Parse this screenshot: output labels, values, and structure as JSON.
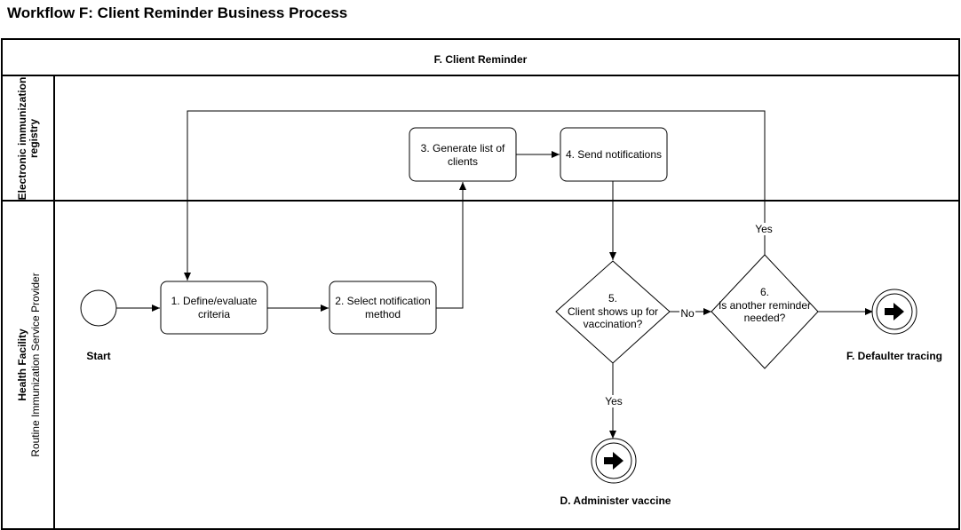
{
  "title": "Workflow F: Client Reminder Business Process",
  "pool_title": "F. Client Reminder",
  "lanes": [
    {
      "line1": "Electronic immunization",
      "line2": "registry"
    },
    {
      "line1": "Health Facility",
      "line2": "Routine Immunization Service Provider"
    }
  ],
  "start_label": "Start",
  "tasks": [
    {
      "line1": "1. Define/evaluate",
      "line2": "criteria"
    },
    {
      "line1": "2. Select notification",
      "line2": "method"
    },
    {
      "line1": "3. Generate list of",
      "line2": "clients"
    },
    {
      "line1": "4. Send notifications",
      "line2": ""
    }
  ],
  "gateways": [
    {
      "line1": "5.",
      "line2": "Client shows up for",
      "line3": "vaccination?"
    },
    {
      "line1": "6.",
      "line2": "Is another reminder",
      "line3": "needed?"
    }
  ],
  "edge_labels": {
    "no": "No",
    "yes_down": "Yes",
    "yes_loop": "Yes"
  },
  "end_events": [
    {
      "label": "F. Defaulter tracing"
    },
    {
      "label": "D. Administer vaccine"
    }
  ]
}
